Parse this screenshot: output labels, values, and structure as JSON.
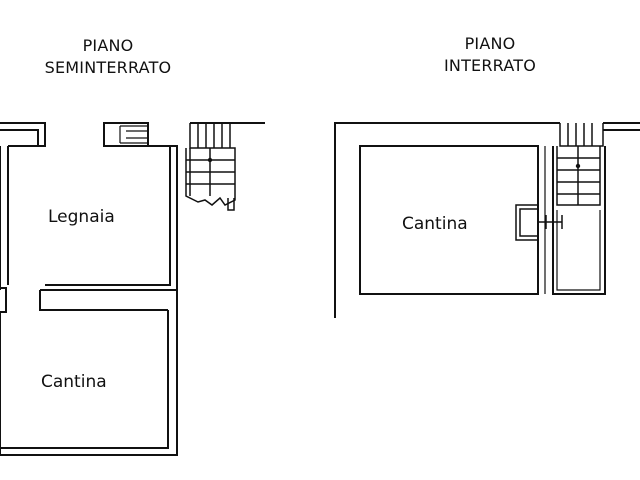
{
  "floors": [
    {
      "id": "seminterrato",
      "title_line1": "PIANO",
      "title_line2": "SEMINTERRATO",
      "rooms": [
        "Legnaia",
        "Cantina"
      ]
    },
    {
      "id": "interrato",
      "title_line1": "PIANO",
      "title_line2": "INTERRATO",
      "rooms": [
        "Cantina"
      ]
    }
  ],
  "colors": {
    "line": "#111111",
    "background": "#ffffff"
  }
}
